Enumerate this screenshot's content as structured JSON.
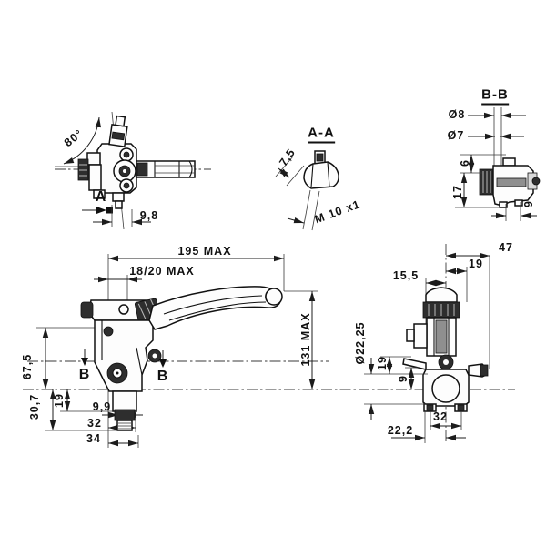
{
  "canvas": {
    "background": "#ffffff",
    "ink": "#1c1c1c"
  },
  "views": {
    "top_view": {
      "angle": "80°",
      "cut_label": "A",
      "dim_9_8": "9,8"
    },
    "section_aa": {
      "title": "A-A",
      "dim_7_5": "7,5",
      "thread": "M 10 x1"
    },
    "section_bb": {
      "title": "B-B",
      "dia_8": "Ø8",
      "dia_7": "Ø7",
      "dim_6": "6",
      "dim_17": "17",
      "dim_9": "9"
    },
    "front_view": {
      "dim_195": "195 MAX",
      "dim_18_20": "18/20 MAX",
      "dim_131": "131 MAX",
      "dim_67_5": "67,5",
      "dim_30_7": "30,7",
      "dim_19": "19",
      "dim_9_9": "9,9",
      "dim_32": "32",
      "dim_34": "34",
      "cut_label_left": "B",
      "cut_label_right": "B"
    },
    "side_view": {
      "dim_47": "47",
      "dim_19_top": "19",
      "dim_15_5": "15,5",
      "dia_22_25": "Ø22,25",
      "dim_19_side": "19",
      "dim_9": "9",
      "dim_32": "32",
      "dim_22_2": "22,2"
    }
  }
}
